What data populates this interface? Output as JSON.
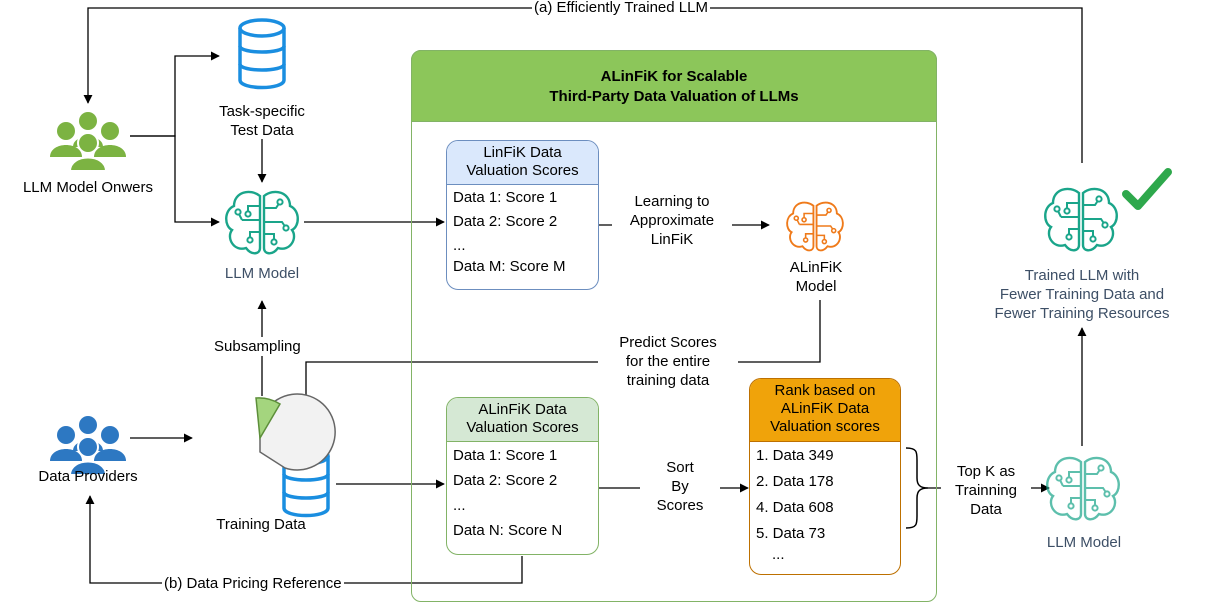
{
  "title": {
    "line1": "ALinFiK for Scalable",
    "line2": "Third-Party Data Valuation of LLMs"
  },
  "edges": {
    "top_feedback": "(a) Efficiently Trained LLM",
    "bottom_feedback": "(b) Data Pricing Reference",
    "learning_line1": "Learning to",
    "learning_line2": "Approximate",
    "learning_line3": "LinFiK",
    "predict_line1": "Predict Scores",
    "predict_line2": "for the entire",
    "predict_line3": "training data",
    "subsampling": "Subsampling",
    "sort_line1": "Sort",
    "sort_line2": "By",
    "sort_line3": "Scores",
    "topk_line1": "Top K as",
    "topk_line2": "Trainning",
    "topk_line3": "Data"
  },
  "nodes": {
    "owners": "LLM Model Onwers",
    "test_data_line1": "Task-specific",
    "test_data_line2": "Test Data",
    "llm_model_left": "LLM Model",
    "data_providers": "Data Providers",
    "training_data": "Training Data",
    "alinfik_model_line1": "ALinFiK",
    "alinfik_model_line2": "Model",
    "trained_llm_line1": "Trained LLM with",
    "trained_llm_line2": "Fewer Training Data and",
    "trained_llm_line3": "Fewer Training Resources",
    "llm_model_right": "LLM Model"
  },
  "linfik_card": {
    "header_line1": "LinFiK Data",
    "header_line2": "Valuation Scores",
    "rows": [
      "Data 1: Score 1",
      "Data 2: Score 2",
      "...",
      "Data M: Score M"
    ]
  },
  "alinfik_card": {
    "header_line1": "ALinFiK Data",
    "header_line2": "Valuation Scores",
    "rows": [
      "Data 1: Score 1",
      "Data 2: Score 2",
      "...",
      "Data N: Score N"
    ]
  },
  "rank_card": {
    "header_line1": "Rank based on",
    "header_line2": "ALinFiK Data",
    "header_line3": "Valuation scores",
    "rows": [
      "1. Data 349",
      "2. Data 178",
      "4. Data 608",
      "5. Data 73",
      "..."
    ]
  },
  "colors": {
    "green_frame": "#82b366",
    "green_header": "#8cc65a",
    "blue_card_header": "#dae8fc",
    "blue_card_border": "#6c8ebf",
    "green_card_header": "#d5e8d4",
    "orange_header": "#f0a30a",
    "orange_border": "#bd7000",
    "person_green": "#7cb342",
    "person_blue": "#2d78c2",
    "db_blue": "#1a8ee0",
    "teal_brain": "#1aa58a",
    "orange_brain": "#ef7a1a",
    "check_green": "#2ea84c"
  },
  "icons": [
    "users-group-icon",
    "database-icon",
    "brain-chip-icon",
    "pie-chart-icon",
    "check-mark-icon"
  ]
}
